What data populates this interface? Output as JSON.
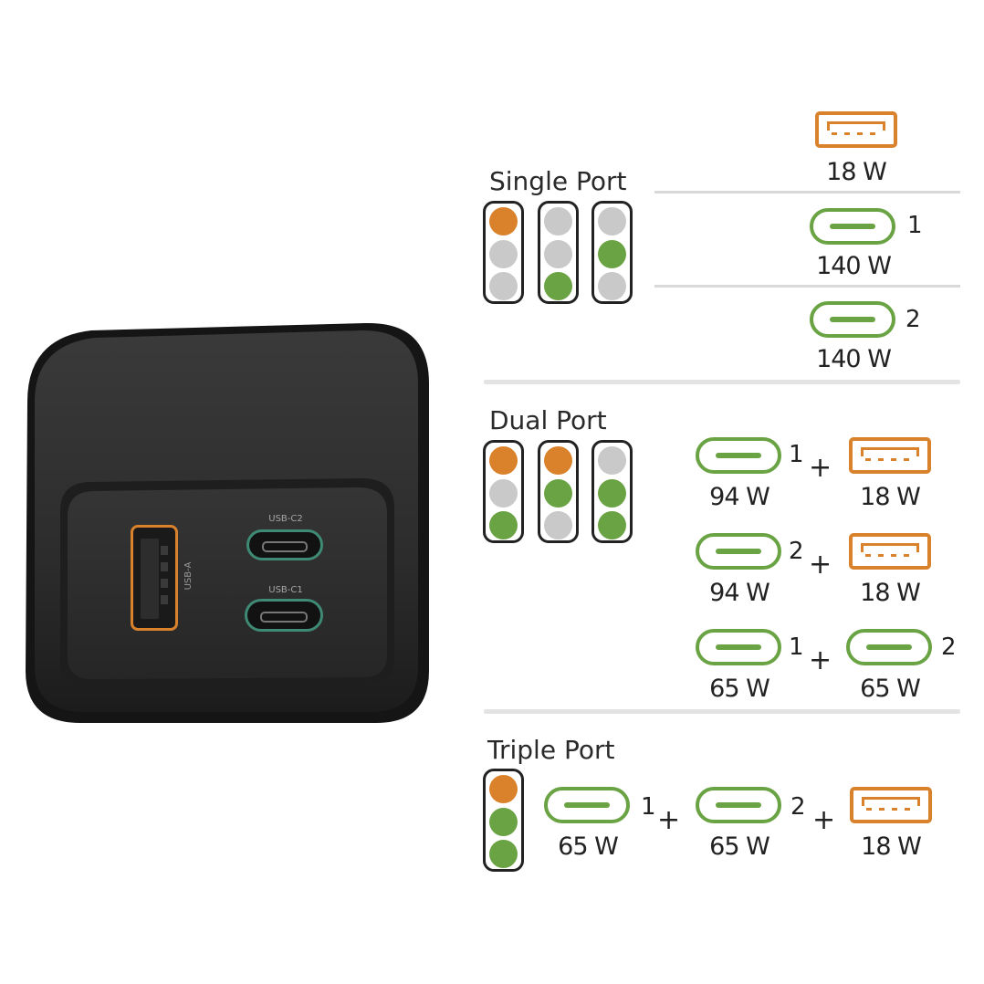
{
  "colors": {
    "usb_a": "#d9822b",
    "usb_c": "#6aa343",
    "off": "#c9c9c9"
  },
  "charger": {
    "usb_a_label": "USB-A",
    "usb_c2_label": "USB-C2",
    "usb_c1_label": "USB-C1"
  },
  "single": {
    "title": "Single Port",
    "rows": [
      {
        "port_icon": "usb-a-icon",
        "power": "18 W"
      },
      {
        "port_icon": "usb-c-icon",
        "port_number": "1",
        "power": "140 W"
      },
      {
        "port_icon": "usb-c-icon",
        "port_number": "2",
        "power": "140 W"
      }
    ]
  },
  "dual": {
    "title": "Dual Port",
    "rows": [
      {
        "left_number": "1",
        "left_power": "94 W",
        "plus": "+",
        "right_power": "18 W"
      },
      {
        "left_number": "2",
        "left_power": "94 W",
        "plus": "+",
        "right_power": "18 W"
      },
      {
        "left_number": "1",
        "left_power": "65 W",
        "plus": "+",
        "right_number": "2",
        "right_power": "65 W"
      }
    ]
  },
  "triple": {
    "title": "Triple Port",
    "c1_number": "1",
    "c1_power": "65 W",
    "plus1": "+",
    "c2_number": "2",
    "c2_power": "65 W",
    "plus2": "+",
    "a_power": "18 W"
  }
}
